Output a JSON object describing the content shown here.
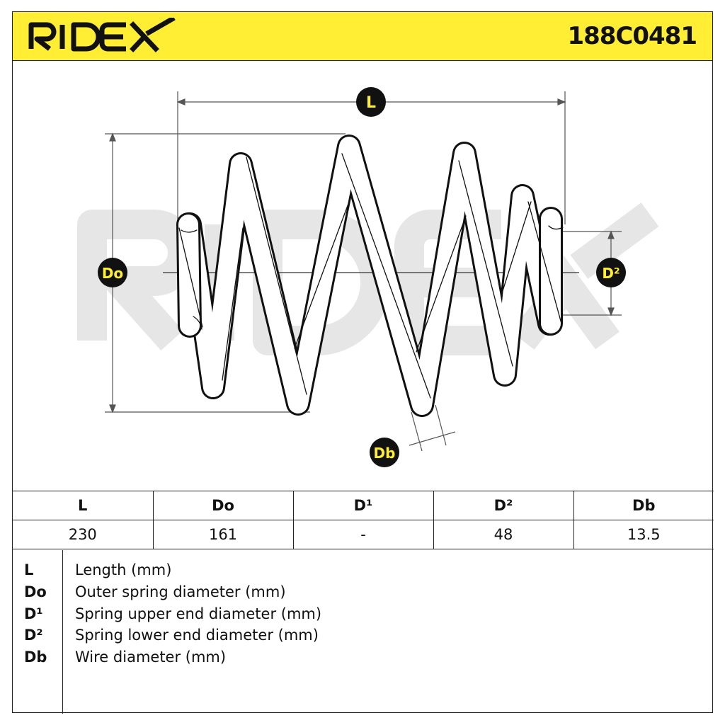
{
  "header": {
    "brand": "RIDEX",
    "part_number": "188C0481",
    "background_color": "#ffee33"
  },
  "watermark": {
    "text": "RIDEX",
    "color": "#e6e6e6"
  },
  "diagram": {
    "labels": {
      "L": "L",
      "Do": "Do",
      "D2": "D²",
      "Db": "Db"
    }
  },
  "table": {
    "headers": [
      "L",
      "Do",
      "D¹",
      "D²",
      "Db"
    ],
    "values": [
      "230",
      "161",
      "-",
      "48",
      "13.5"
    ]
  },
  "legend": [
    {
      "abbr": "L",
      "desc": "Length (mm)"
    },
    {
      "abbr": "Do",
      "desc": "Outer spring diameter (mm)"
    },
    {
      "abbr": "D¹",
      "desc": "Spring upper end diameter (mm)"
    },
    {
      "abbr": "D²",
      "desc": "Spring lower end diameter (mm)"
    },
    {
      "abbr": "Db",
      "desc": "Wire diameter (mm)"
    }
  ]
}
